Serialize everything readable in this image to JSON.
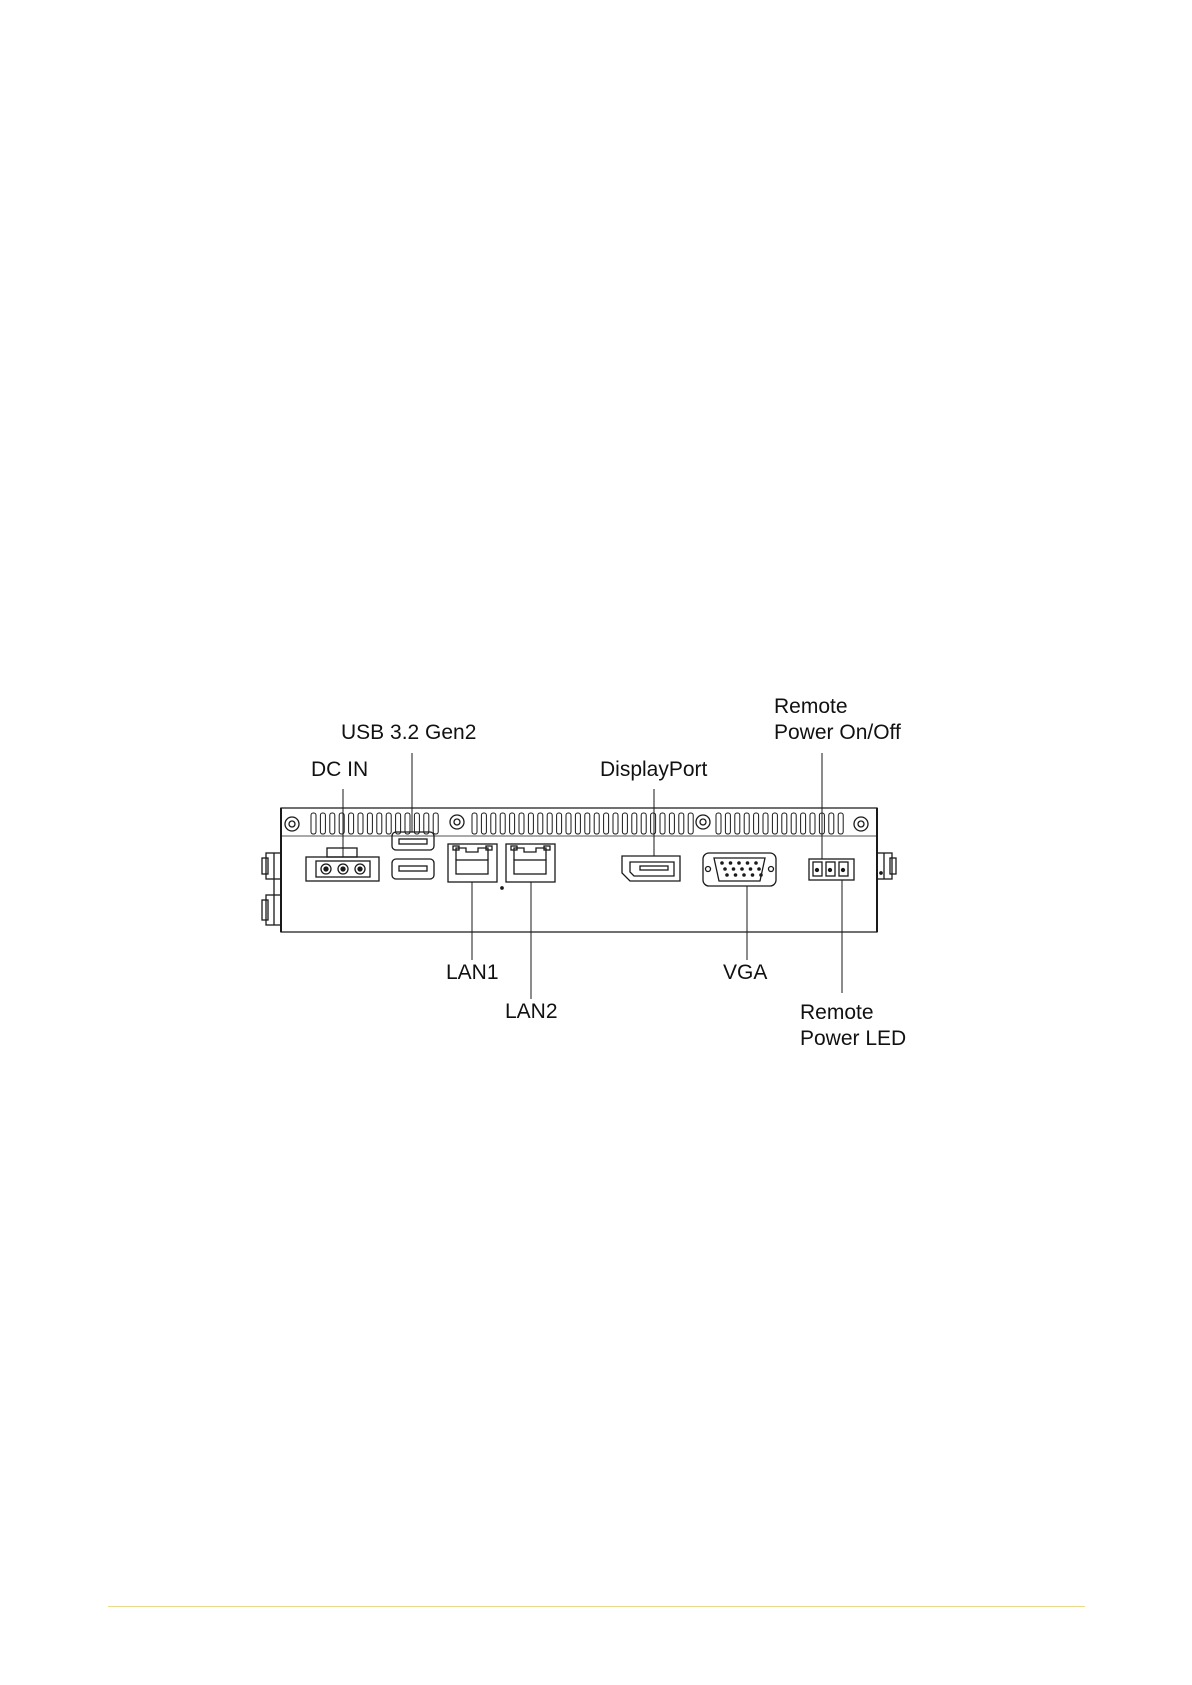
{
  "diagram": {
    "callouts": {
      "dc_in": "DC IN",
      "usb": "USB 3.2 Gen2",
      "displayport": "DisplayPort",
      "remote_power_on_off_line1": "Remote",
      "remote_power_on_off_line2": "Power On/Off",
      "lan1": "LAN1",
      "lan2": "LAN2",
      "vga": "VGA",
      "remote_power_led_line1": "Remote",
      "remote_power_led_line2": "Power LED"
    }
  },
  "footer": {
    "rule_color": "#ecd98a"
  }
}
